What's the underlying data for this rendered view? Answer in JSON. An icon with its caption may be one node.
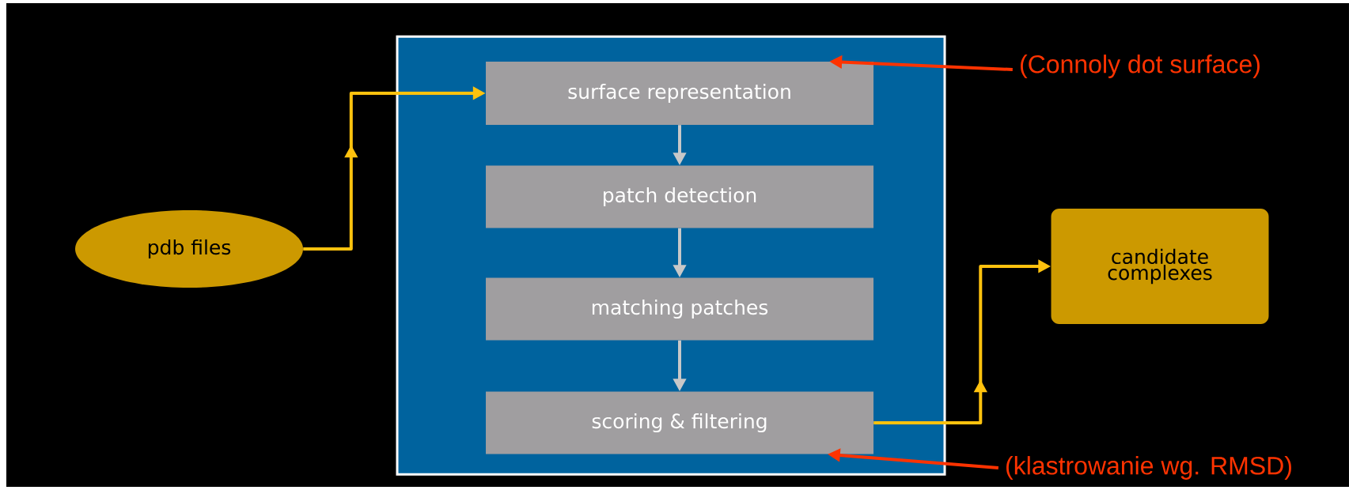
{
  "diagram": {
    "nodes": [
      {
        "text": [],
        "shape": "box"
      },
      {
        "text": [
          "surface representation"
        ],
        "in": 0
      },
      {
        "text": [
          "patch detection"
        ],
        "in": 0
      },
      {
        "text": [
          "matching patches"
        ],
        "in": 0
      },
      {
        "text": [
          "scoring & filtering"
        ],
        "in": 0
      },
      {
        "text": [
          "pdb files"
        ]
      },
      {
        "text": [
          "candidate complexes"
        ]
      },
      {
        "text": [
          "(Connoly dot surface)"
        ]
      },
      {
        "text": [
          "(klastrowanie wg. RMSD)"
        ]
      }
    ],
    "edges": [
      {
        "from": 5,
        "to": 1,
        "arrow": "to",
        "color": "#ffc20e"
      },
      {
        "from": 1,
        "to": 2,
        "arrow": "to"
      },
      {
        "from": 2,
        "to": 3,
        "arrow": "to"
      },
      {
        "from": 3,
        "to": 4,
        "arrow": "to"
      },
      {
        "from": 4,
        "to": 6,
        "arrow": "to",
        "color": "#ffc20e"
      },
      {
        "from": 7,
        "to": 1,
        "arrow": "to",
        "color": "#ff3300"
      },
      {
        "from": 8,
        "to": 4,
        "arrow": "to",
        "color": "#ff3300"
      }
    ]
  }
}
